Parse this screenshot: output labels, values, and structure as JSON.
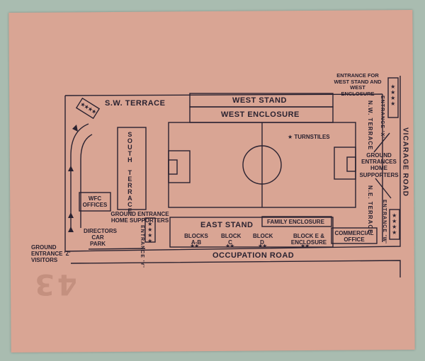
{
  "stands": {
    "sw_terrace": "S.W. TERRACE",
    "west_stand": "WEST STAND",
    "west_enclosure": "WEST ENCLOSURE",
    "south_terrace": "SOUTH TERRACE",
    "east_stand": "EAST STAND",
    "family_enclosure": "FAMILY ENCLOSURE",
    "nw_terrace": "N.W. TERRACE",
    "ne_terrace": "N.E. TERRACE"
  },
  "roads": {
    "vicarage": "VICARAGE ROAD",
    "occupation": "OCCUPATION ROAD"
  },
  "entrances": {
    "west": "ENTRANCE FOR WEST STAND AND WEST ENCLOSURE",
    "x": "ENTRANCE 'X'",
    "w": "ENTRANCE 'W'",
    "y": "ENTRANCE 'Y'",
    "z": "GROUND ENTRANCE 'Z' VISITORS",
    "home_north": "GROUND ENTRANCES HOME SUPPORTERS",
    "home_south": "GROUND ENTRANCE HOME SUPPORTERS"
  },
  "facilities": {
    "wfc_offices": "WFC OFFICES",
    "directors_car_park": "DIRECTORS CAR PARK",
    "commercial_office": "COMMERCIAL OFFICE",
    "turnstiles": "★ TURNSTILES"
  },
  "blocks": {
    "ab": "BLOCKS A-B",
    "c": "BLOCK C",
    "d": "BLOCK D",
    "e": "BLOCK E & ENCLOSURE"
  },
  "symbols": {
    "stars4": "★★★★",
    "stars2": "★★"
  },
  "stamp": "43",
  "colors": {
    "paper": "#d9a594",
    "ink": "#2a2230",
    "background": "#a9bcb0"
  }
}
